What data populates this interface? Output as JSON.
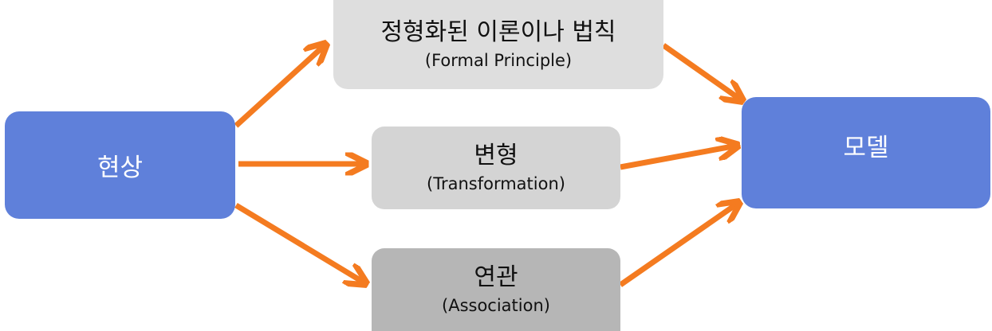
{
  "diagram": {
    "source": {
      "label": "현상"
    },
    "target": {
      "label": "모델"
    },
    "paths": [
      {
        "id": "formal",
        "title": "정형화된 이론이나 법칙",
        "subtitle": "(Formal Principle)"
      },
      {
        "id": "transformation",
        "title": "변형",
        "subtitle": "(Transformation)"
      },
      {
        "id": "association",
        "title": "연관",
        "subtitle": "(Association)"
      }
    ]
  },
  "colors": {
    "node_blue": "#5f80da",
    "arrow_orange": "#f47b20",
    "gray_light": "#dedede",
    "gray_mid": "#d4d4d4",
    "gray_dark": "#b6b6b6"
  }
}
